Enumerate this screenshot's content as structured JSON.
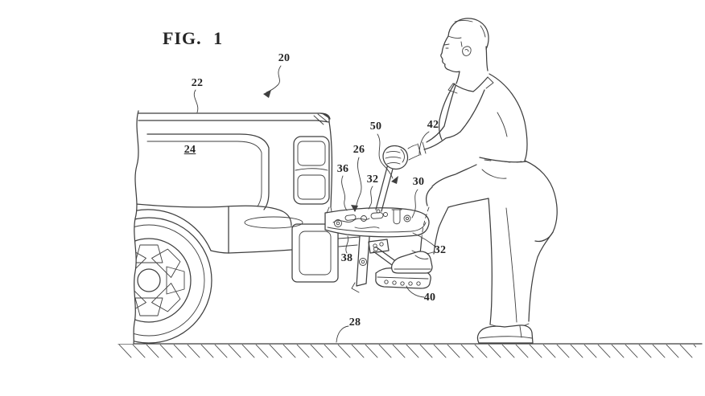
{
  "figure": {
    "title": "FIG. 1",
    "refs": {
      "n20": "20",
      "n22": "22",
      "n24": "24",
      "n26": "26",
      "n28": "28",
      "n30": "30",
      "n32a": "32",
      "n32b": "32",
      "n36": "36",
      "n38": "38",
      "n40": "40",
      "n42": "42",
      "n50": "50"
    },
    "colors": {
      "line-color": "#3f3f3f",
      "bg": "#ffffff",
      "label-color": "#242424"
    }
  }
}
